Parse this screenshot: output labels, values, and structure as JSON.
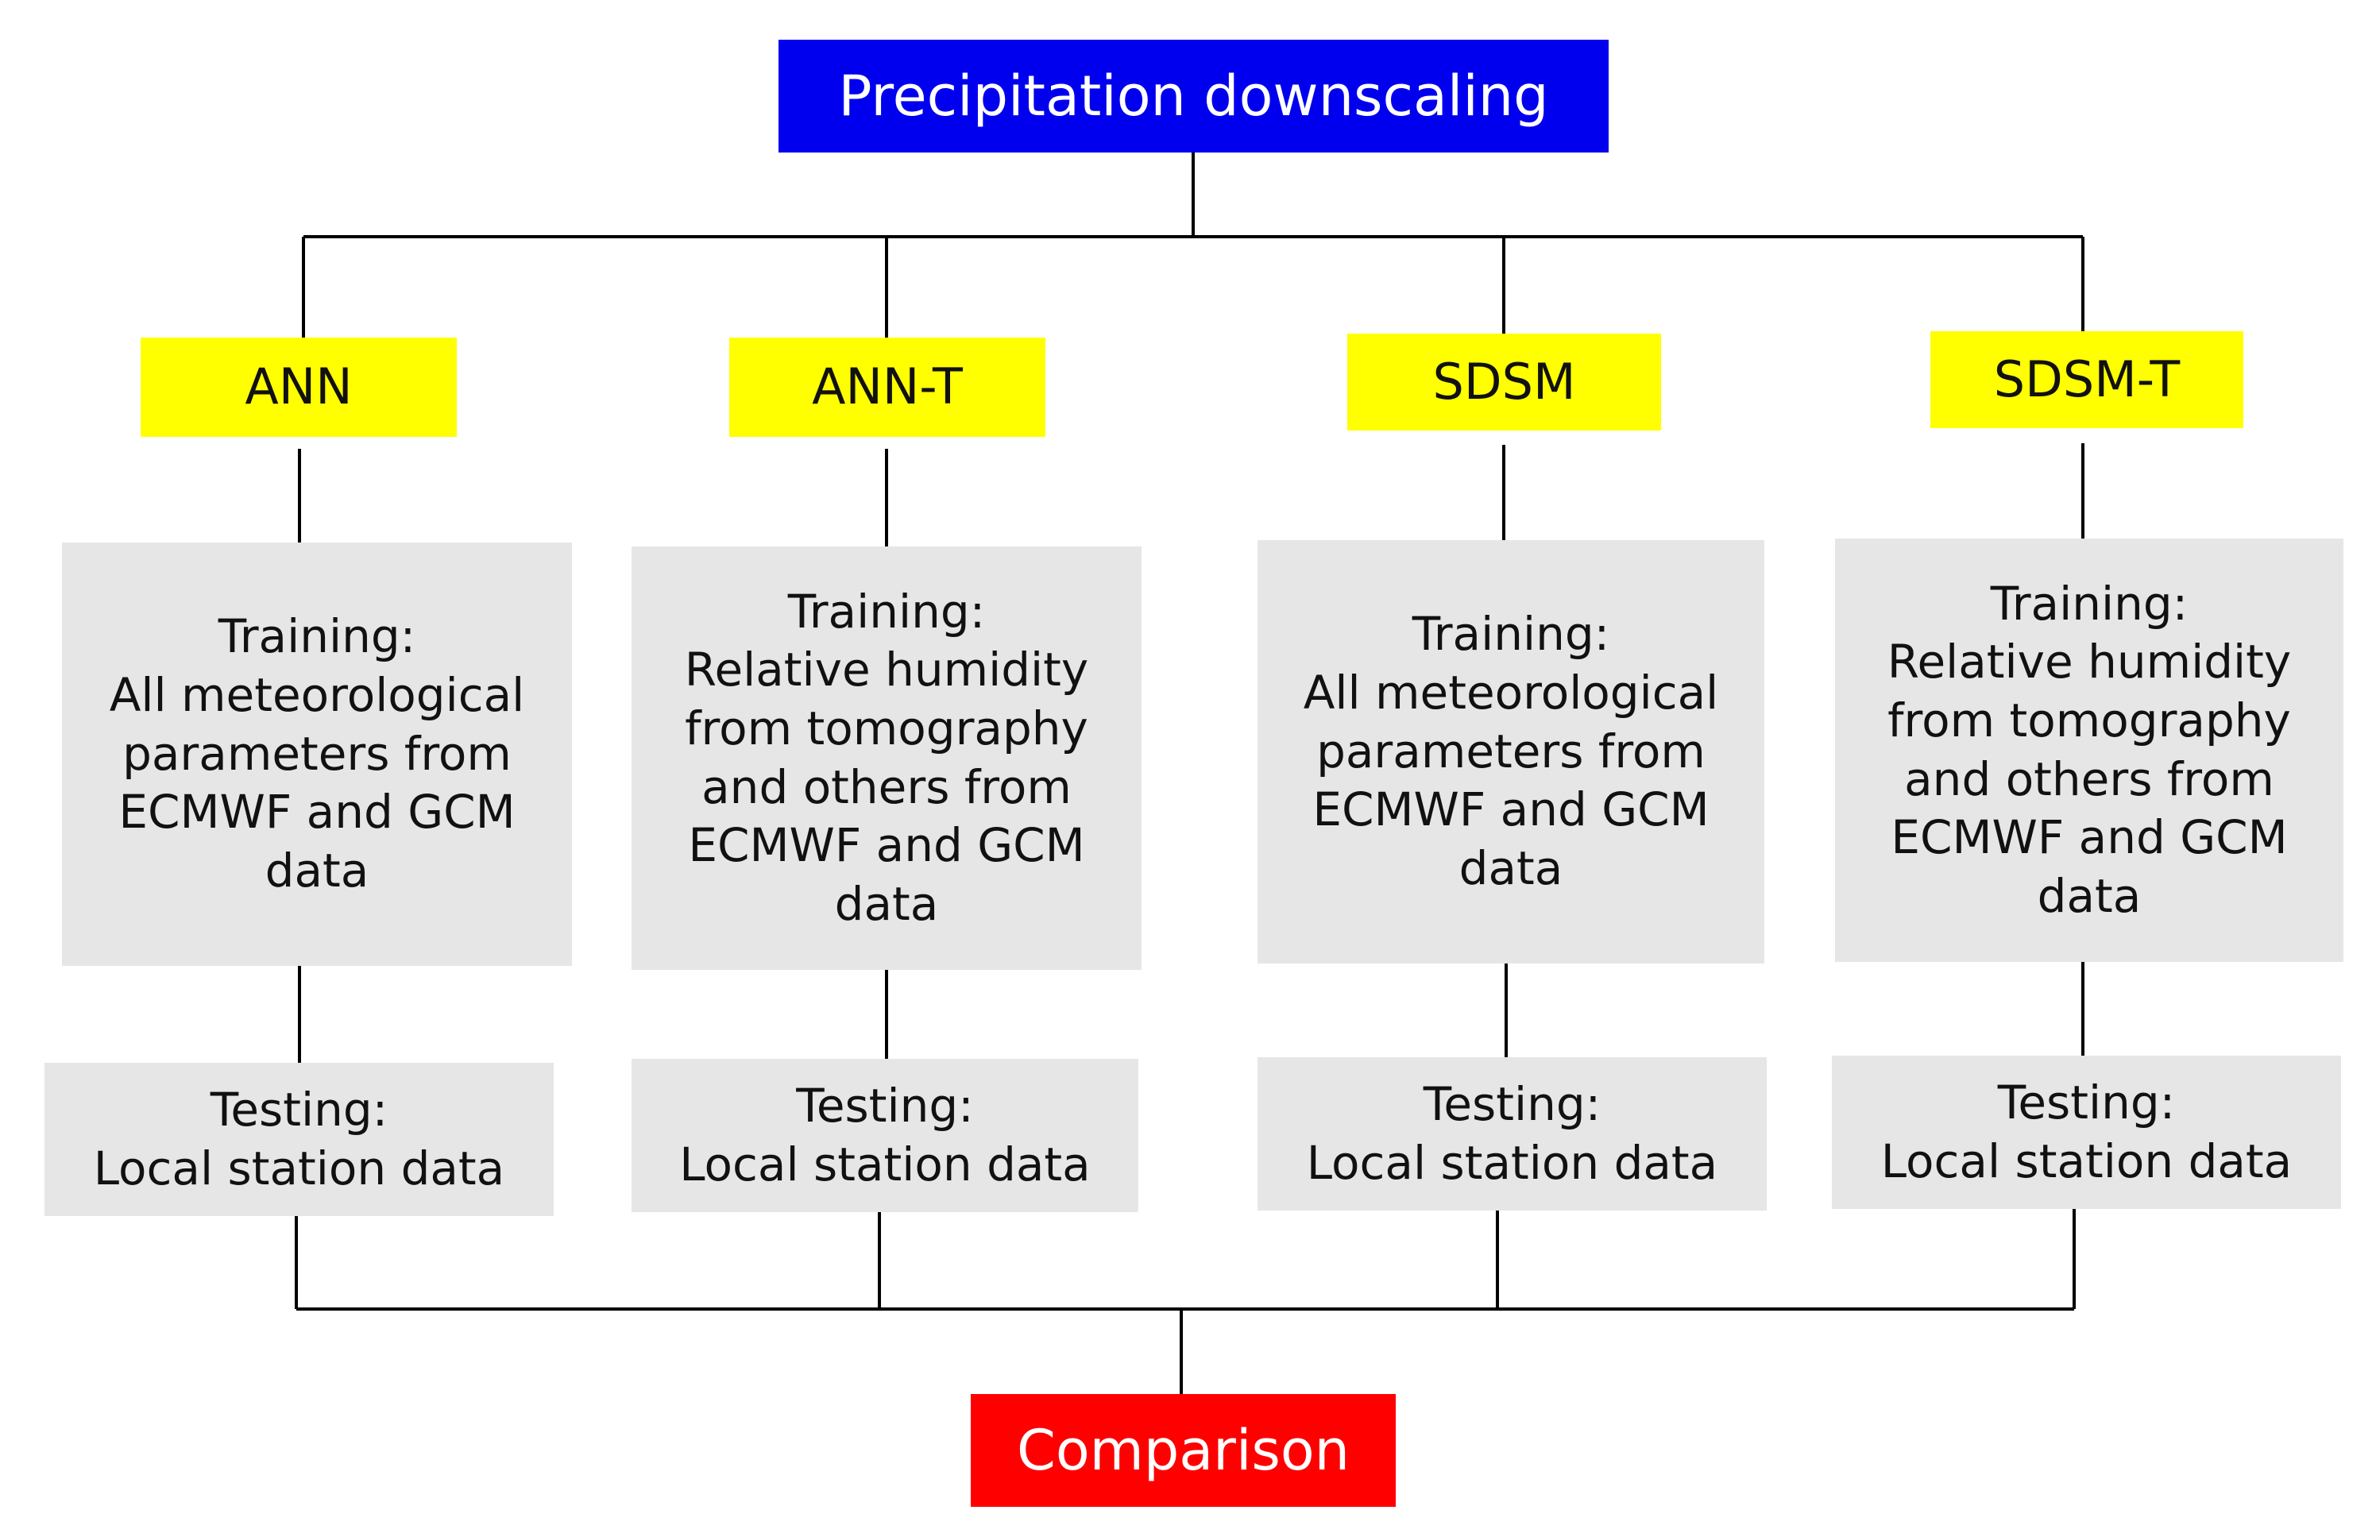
{
  "colors": {
    "root": "#0000ee",
    "method": "#ffff00",
    "step": "#e6e6e6",
    "result": "#ff0000",
    "line": "#000000"
  },
  "root": {
    "label": "Precipitation downscaling"
  },
  "methods": [
    {
      "label": "ANN",
      "training": [
        "Training:",
        "All meteorological",
        "parameters from",
        "ECMWF and GCM",
        "data"
      ],
      "testing": [
        "Testing:",
        "Local station data"
      ]
    },
    {
      "label": "ANN-T",
      "training": [
        "Training:",
        "Relative humidity",
        "from tomography",
        "and others from",
        "ECMWF and GCM",
        "data"
      ],
      "testing": [
        "Testing:",
        "Local station data"
      ]
    },
    {
      "label": "SDSM",
      "training": [
        "Training:",
        "All meteorological",
        "parameters from",
        "ECMWF and GCM",
        "data"
      ],
      "testing": [
        "Testing:",
        "Local station data"
      ]
    },
    {
      "label": "SDSM-T",
      "training": [
        "Training:",
        "Relative humidity",
        "from tomography",
        "and others from",
        "ECMWF and GCM",
        "data"
      ],
      "testing": [
        "Testing:",
        "Local station data"
      ]
    }
  ],
  "result": {
    "label": "Comparison"
  }
}
